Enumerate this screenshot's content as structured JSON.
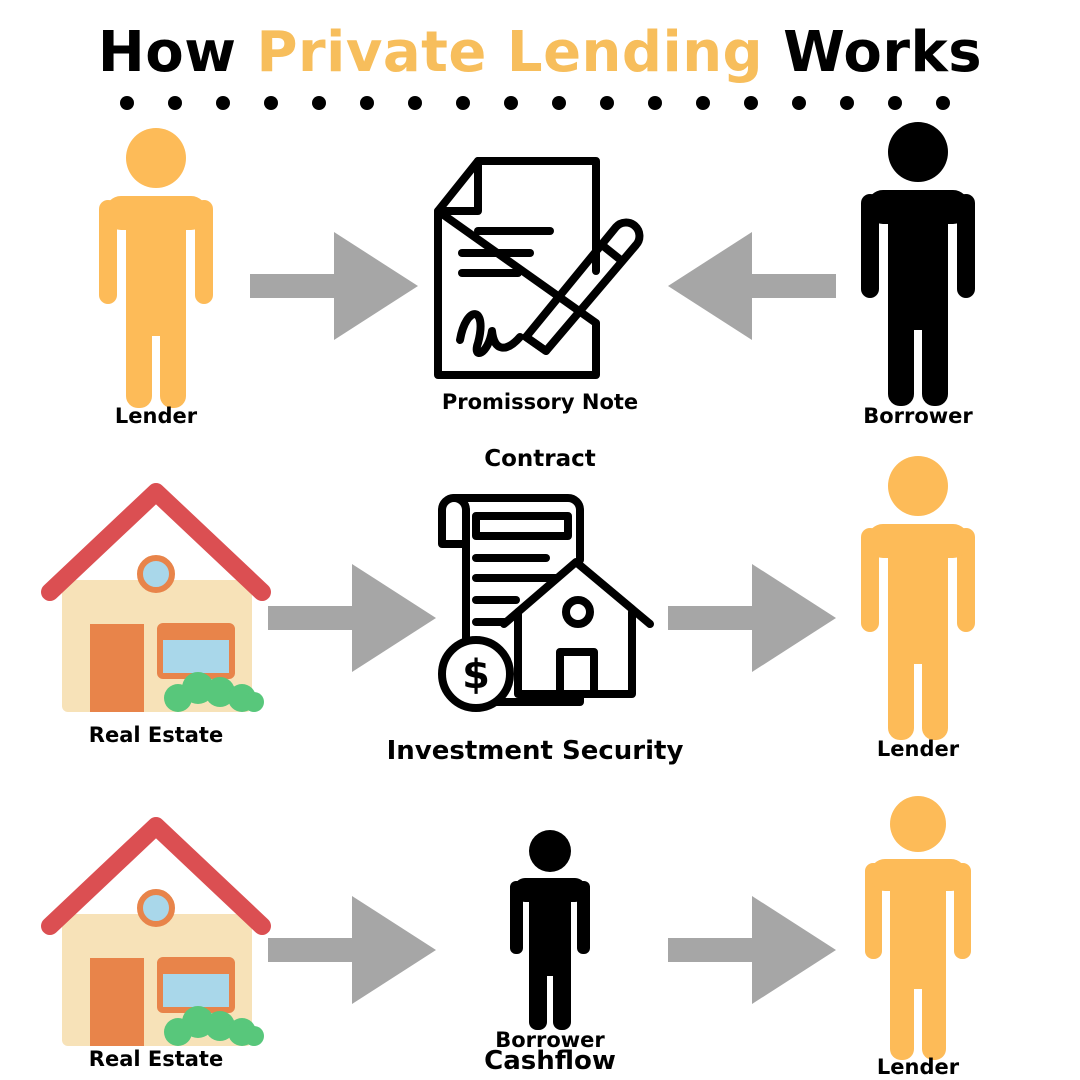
{
  "title": {
    "prefix": "How",
    "highlight": "Private Lending",
    "suffix": "Works",
    "highlight_color": "#F7BE5C"
  },
  "colors": {
    "lender": "#FDBB58",
    "borrower": "#000000",
    "arrow": "#A6A6A6",
    "roof": "#DB4F52",
    "wall": "#F7E2B8",
    "door": "#E8844A",
    "window": "#A9D7EA",
    "bush": "#58C77B"
  },
  "rows": [
    {
      "left": {
        "icon": "person-icon",
        "label": "Lender"
      },
      "center": {
        "icon": "signed-document-icon",
        "label": "Promissory Note"
      },
      "right": {
        "icon": "person-icon",
        "label": "Borrower"
      }
    },
    {
      "top_label": "Contract",
      "left": {
        "icon": "house-icon",
        "label": "Real Estate"
      },
      "center": {
        "icon": "property-contract-icon",
        "label": "Investment Security"
      },
      "right": {
        "icon": "person-icon",
        "label": "Lender"
      }
    },
    {
      "left": {
        "icon": "house-icon",
        "label": "Real Estate"
      },
      "center": {
        "icon": "person-icon",
        "label": "Borrower",
        "sublabel": "Cashflow"
      },
      "right": {
        "icon": "person-icon",
        "label": "Lender"
      }
    }
  ]
}
